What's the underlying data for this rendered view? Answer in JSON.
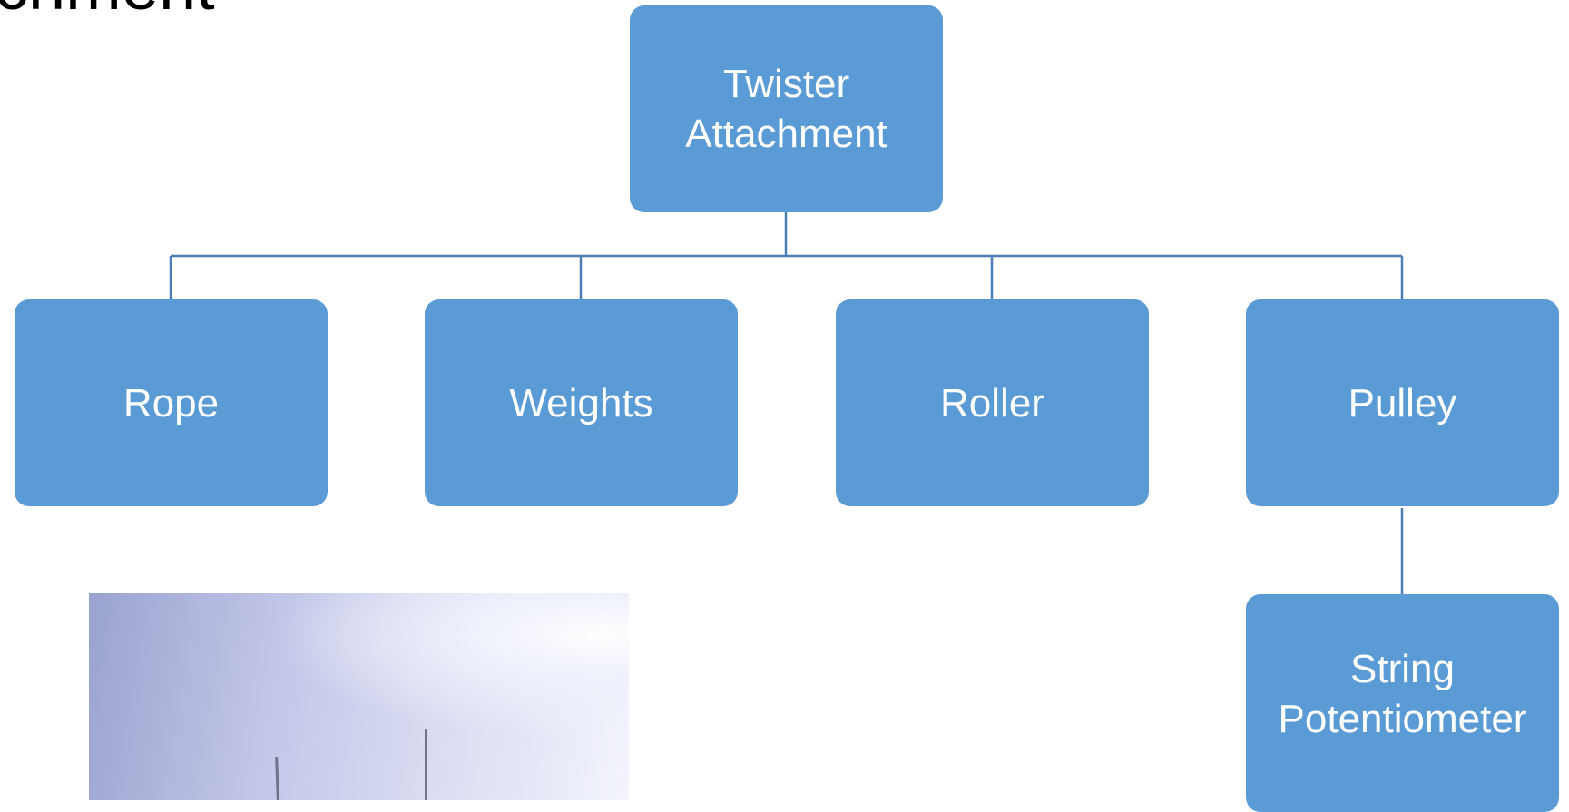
{
  "slide": {
    "title_fragment": "chment"
  },
  "diagram": {
    "root": {
      "label": "Twister Attachment"
    },
    "children": [
      {
        "label": "Rope"
      },
      {
        "label": "Weights"
      },
      {
        "label": "Roller"
      },
      {
        "label": "Pulley"
      }
    ],
    "grandchild": {
      "label": "String Potentiometer"
    }
  },
  "colors": {
    "node_fill": "#5b9bd5",
    "node_text": "#ffffff",
    "connector": "#4a7eb5"
  }
}
